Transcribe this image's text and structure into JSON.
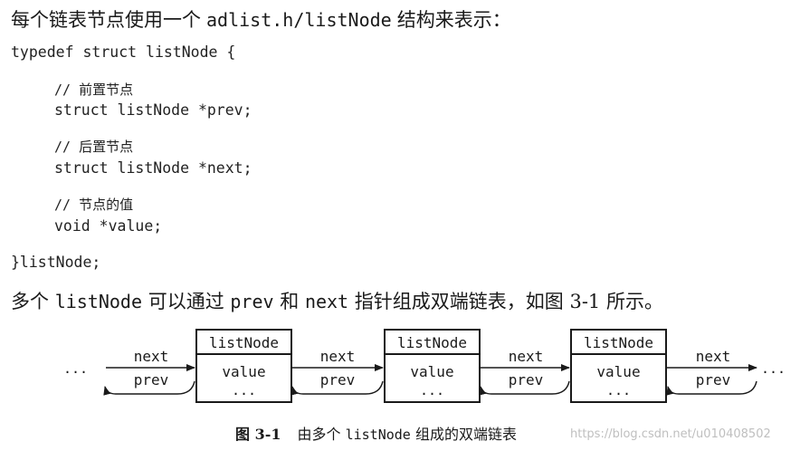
{
  "intro": {
    "prefix": "每个链表节点使用一个",
    "code": "adlist.h/listNode",
    "suffix": "结构来表示："
  },
  "code_lines": [
    "typedef struct listNode {",
    "// 前置节点",
    "struct listNode *prev;",
    "// 后置节点",
    "struct listNode *next;",
    "// 节点的值",
    "void *value;",
    "}listNode;"
  ],
  "description": {
    "p1": "多个",
    "c1": "listNode",
    "p2": "可以通过",
    "c2": "prev",
    "p3": "和",
    "c3": "next",
    "p4": "指针组成双端链表，如图 3-1 所示。"
  },
  "diagram": {
    "nodes": [
      {
        "header": "listNode",
        "field": "value",
        "more": "..."
      },
      {
        "header": "listNode",
        "field": "value",
        "more": "..."
      },
      {
        "header": "listNode",
        "field": "value",
        "more": "..."
      }
    ],
    "next_label": "next",
    "prev_label": "prev",
    "ellipsis": "..."
  },
  "caption": {
    "figure": "图 3-1",
    "pre": "由多个",
    "code": "listNode",
    "post": "组成的双端链表"
  },
  "watermark": "https://blog.csdn.net/u010408502"
}
